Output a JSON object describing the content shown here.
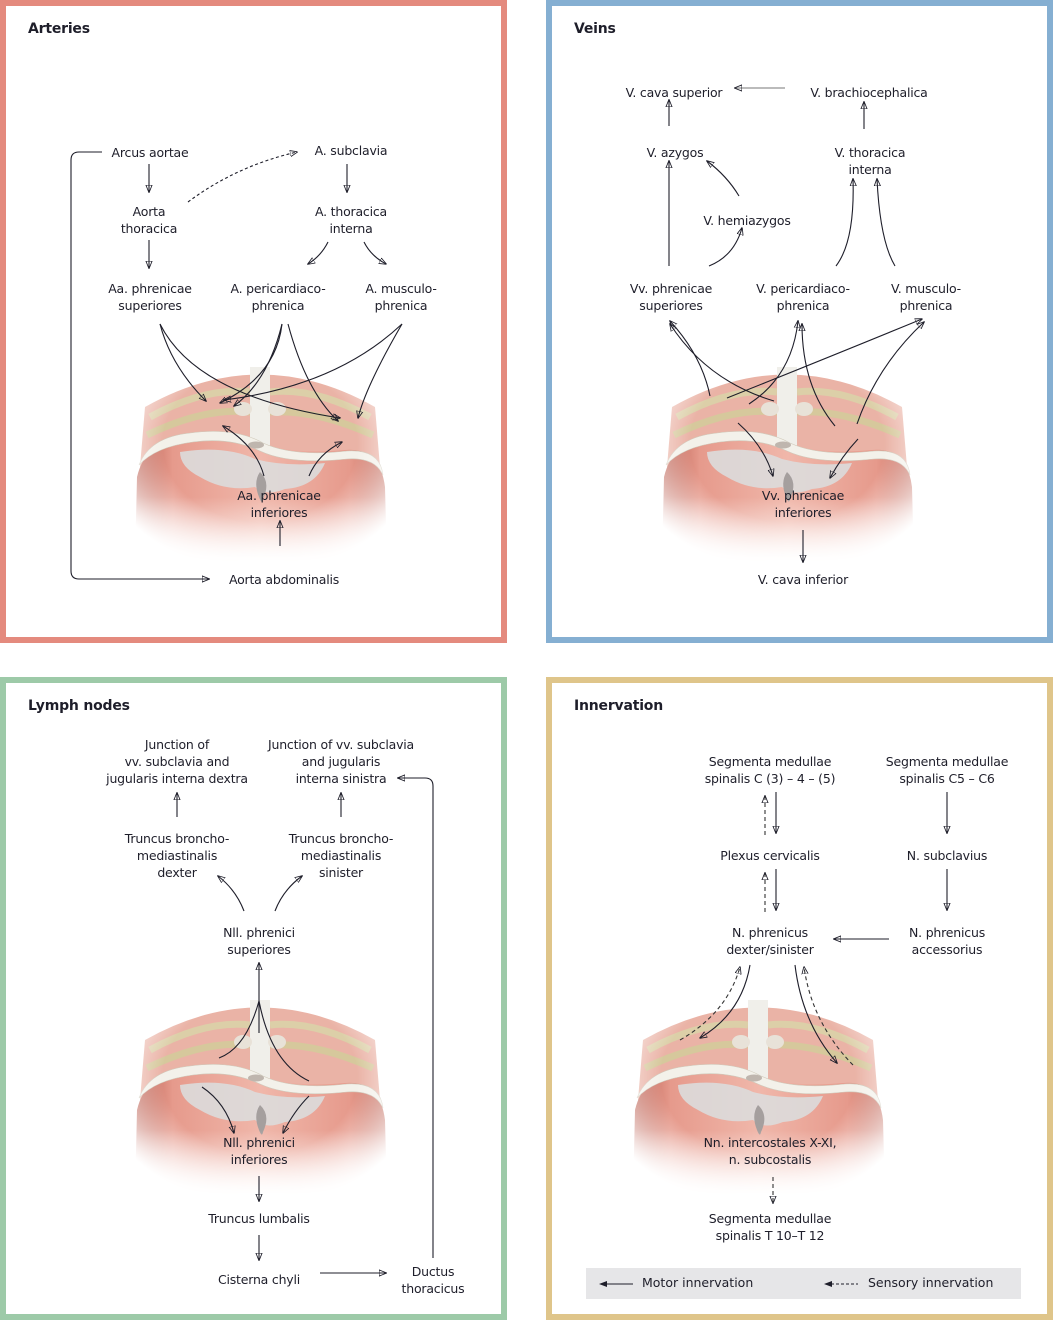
{
  "panels": {
    "arteries": {
      "title": "Arteries",
      "border_color": "#e48a7e",
      "labels": {
        "arcus_aortae": "Arcus aortae",
        "a_subclavia": "A. subclavia",
        "aorta_thoracica": "Aorta\nthoracica",
        "a_thoracica_interna": "A. thoracica\ninterna",
        "aa_phrenicae_superiores": "Aa. phrenicae\nsuperiores",
        "a_pericardiacophrenica": "A. pericardiaco-\nphrenica",
        "a_musculophrenica": "A. musculo-\nphrenica",
        "aa_phrenicae_inferiores": "Aa. phrenicae\ninferiores",
        "aorta_abdominalis": "Aorta abdominalis"
      }
    },
    "veins": {
      "title": "Veins",
      "border_color": "#85afd2",
      "labels": {
        "v_cava_superior": "V. cava superior",
        "v_brachiocephalica": "V. brachiocephalica",
        "v_azygos": "V. azygos",
        "v_thoracica_interna": "V. thoracica\ninterna",
        "v_hemiazygos": "V. hemiazygos",
        "vv_phrenicae_superiores": "Vv. phrenicae\nsuperiores",
        "v_pericardiacophrenica": "V. pericardiaco-\nphrenica",
        "v_musculophrenica": "V. musculo-\nphrenica",
        "vv_phrenicae_inferiores": "Vv. phrenicae\ninferiores",
        "v_cava_inferior": "V. cava inferior"
      }
    },
    "lymph": {
      "title": "Lymph nodes",
      "border_color": "#9dcaa8",
      "labels": {
        "junction_dextra": "Junction of\nvv. subclavia and\njugularis interna dextra",
        "junction_sinistra": "Junction of vv. subclavia\nand jugularis\ninterna sinistra",
        "truncus_dexter": "Truncus broncho-\nmediastinalis\ndexter",
        "truncus_sinister": "Truncus broncho-\nmediastinalis\nsinister",
        "nll_phrenici_superiores": "Nll. phrenici\nsuperiores",
        "nll_phrenici_inferiores": "Nll. phrenici\ninferiores",
        "truncus_lumbalis": "Truncus lumbalis",
        "cisterna_chyli": "Cisterna chyli",
        "ductus_thoracicus": "Ductus\nthoracicus"
      }
    },
    "innervation": {
      "title": "Innervation",
      "border_color": "#dfc58a",
      "labels": {
        "segmenta_c3_5": "Segmenta medullae\nspinalis C (3) – 4 – (5)",
        "segmenta_c5_c6": "Segmenta medullae\nspinalis C5 – C6",
        "plexus_cervicalis": "Plexus cervicalis",
        "n_subclavius": "N. subclavius",
        "n_phrenicus": "N. phrenicus\ndexter/sinister",
        "n_phrenicus_accessorius": "N. phrenicus\naccessorius",
        "nn_intercostales": "Nn. intercostales X-XI,\nn. subcostalis",
        "segmenta_t10_t12": "Segmenta medullae\nspinalis T 10–T 12"
      },
      "legend": {
        "motor": "Motor innervation",
        "sensory": "Sensory innervation",
        "background": "#e6e6e8"
      }
    }
  }
}
